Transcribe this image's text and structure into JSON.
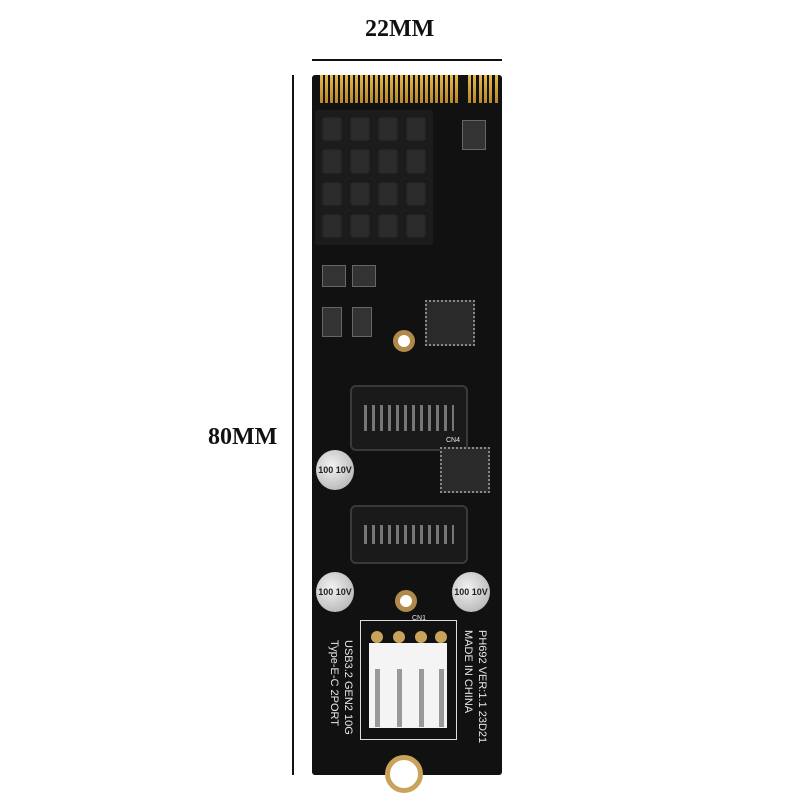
{
  "dimensions": {
    "width_label": "22MM",
    "length_label": "80MM"
  },
  "board": {
    "line1": "USB3.2 GEN2 10G",
    "line2": "Type-E-C 2PORT",
    "line3": "PH692  VER:1.1  23D21",
    "line4": "MADE IN CHINA",
    "cap_label_1": "100 10V",
    "cap_label_2": "100 10V",
    "cap_label_3": "100 10V",
    "connector_label_1": "CN4",
    "connector_label_2": "CN1"
  },
  "colors": {
    "pcb": "#111111",
    "gold": "#d4a040",
    "connector": "#f4f4f4"
  }
}
